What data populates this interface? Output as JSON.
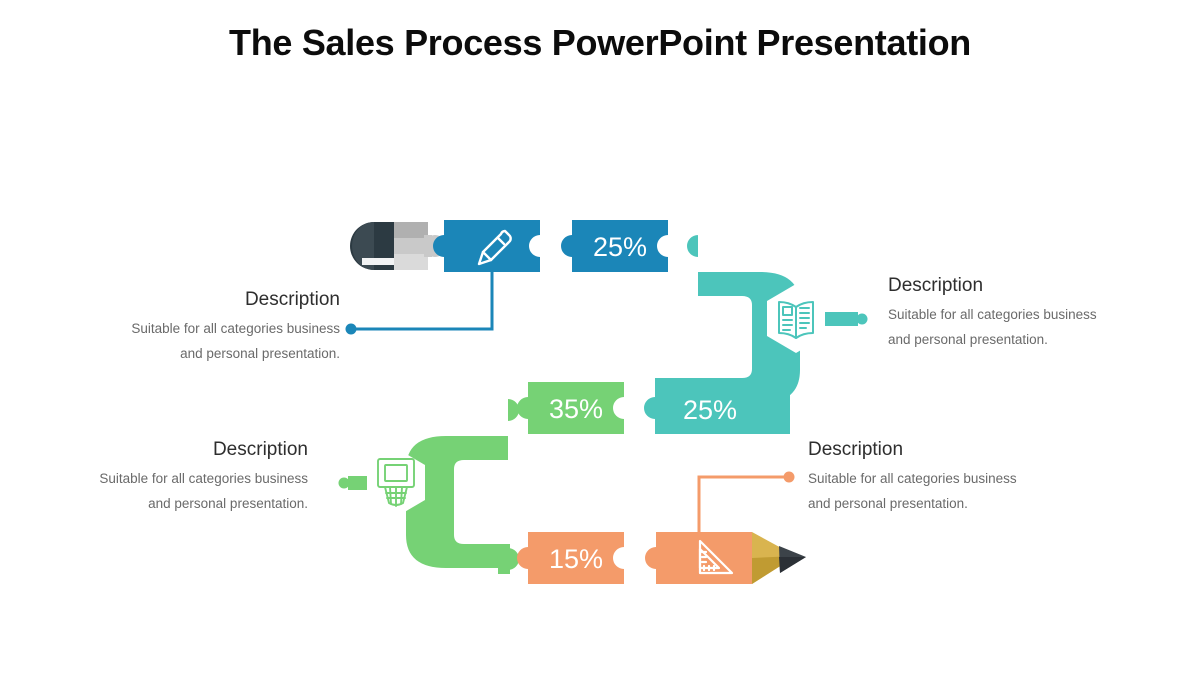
{
  "slide": {
    "title": "The Sales Process PowerPoint Presentation",
    "background": "#ffffff"
  },
  "colors": {
    "blue": "#1B86B8",
    "teal": "#4CC5BB",
    "green": "#76D275",
    "orange": "#F49B6A",
    "eraser_dark": "#2C3A42",
    "eraser_gray": "#AFAFAF",
    "eraser_gray_light": "#CFCFCF",
    "pencil_wood": "#D9B44F",
    "pencil_wood_dark": "#C09B32",
    "pencil_graphite": "#3C4349",
    "title_text": "#0c0c0c",
    "desc_title_text": "#2e2e2e",
    "desc_body_text": "#6a6a6a"
  },
  "steps": [
    {
      "id": "step-1",
      "color_name": "blue",
      "color": "#1B86B8",
      "percent": "25%",
      "icon": "pencil-icon",
      "description": {
        "title": "Description",
        "body_line_1": "Suitable for all categories business",
        "body_line_2": "and personal presentation."
      }
    },
    {
      "id": "step-2",
      "color_name": "teal",
      "color": "#4CC5BB",
      "percent": "25%",
      "icon": "open-book-icon",
      "description": {
        "title": "Description",
        "body_line_1": "Suitable for all categories business",
        "body_line_2": "and personal presentation."
      }
    },
    {
      "id": "step-3",
      "color_name": "green",
      "color": "#76D275",
      "percent": "35%",
      "icon": "basketball-hoop-icon",
      "description": {
        "title": "Description",
        "body_line_1": "Suitable for all categories business",
        "body_line_2": "and personal presentation."
      }
    },
    {
      "id": "step-4",
      "color_name": "orange",
      "color": "#F49B6A",
      "percent": "15%",
      "icon": "set-square-icon",
      "description": {
        "title": "Description",
        "body_line_1": "Suitable for all categories business",
        "body_line_2": "and personal presentation."
      }
    }
  ]
}
